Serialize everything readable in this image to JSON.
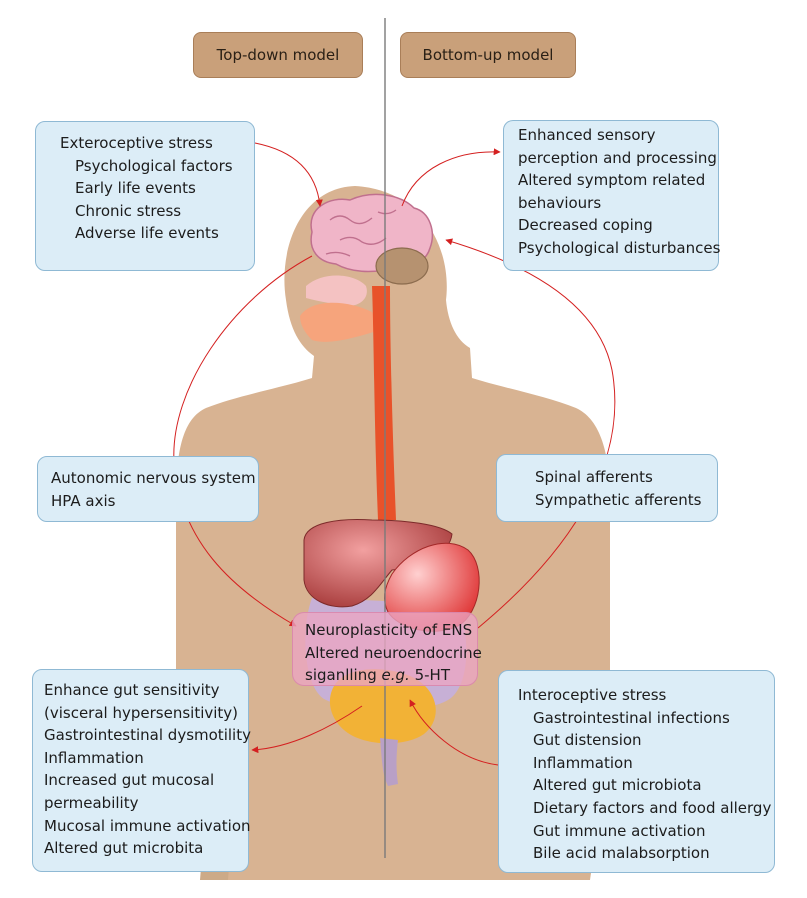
{
  "headers": {
    "top_down": "Top-down model",
    "bottom_up": "Bottom-up model"
  },
  "exteroceptive": {
    "title": "Exteroceptive stress",
    "items": [
      "Psychological factors",
      "Early life events",
      "Chronic stress",
      "Adverse life events"
    ]
  },
  "bottomup_effects": {
    "items": [
      "Enhanced sensory",
      "perception and processing",
      "Altered symptom related",
      "behaviours",
      "Decreased coping",
      "Psychological disturbances"
    ]
  },
  "autonomic": {
    "items": [
      "Autonomic nervous system",
      "HPA axis"
    ]
  },
  "spinal": {
    "items": [
      "Spinal afferents",
      "Sympathetic afferents"
    ]
  },
  "center": {
    "line1": "Neuroplasticity of ENS",
    "line2": "Altered neuroendocrine",
    "line3_prefix": "siganlling ",
    "line3_eg": "e.g.",
    "line3_suffix": " 5-HT"
  },
  "gut_effects": {
    "items": [
      "Enhance gut sensitivity",
      "(visceral hypersensitivity)",
      "Gastrointestinal dysmotility",
      "Inflammation",
      "Increased gut mucosal",
      "permeability",
      "Mucosal immune activation",
      "Altered gut microbita"
    ]
  },
  "interoceptive": {
    "title": "Interoceptive stress",
    "items": [
      "Gastrointestinal infections",
      "Gut distension",
      "Inflammation",
      "Altered gut microbiota",
      "Dietary factors and food allergy",
      "Gut immune activation",
      "Bile acid malabsorption"
    ]
  },
  "colors": {
    "header_fill": "#c9a07a",
    "box_fill": "#dcedf7",
    "box_border": "#8fb9d4",
    "arrow": "#d42020",
    "body": "#d8b392",
    "divider": "#7a7a7a"
  }
}
